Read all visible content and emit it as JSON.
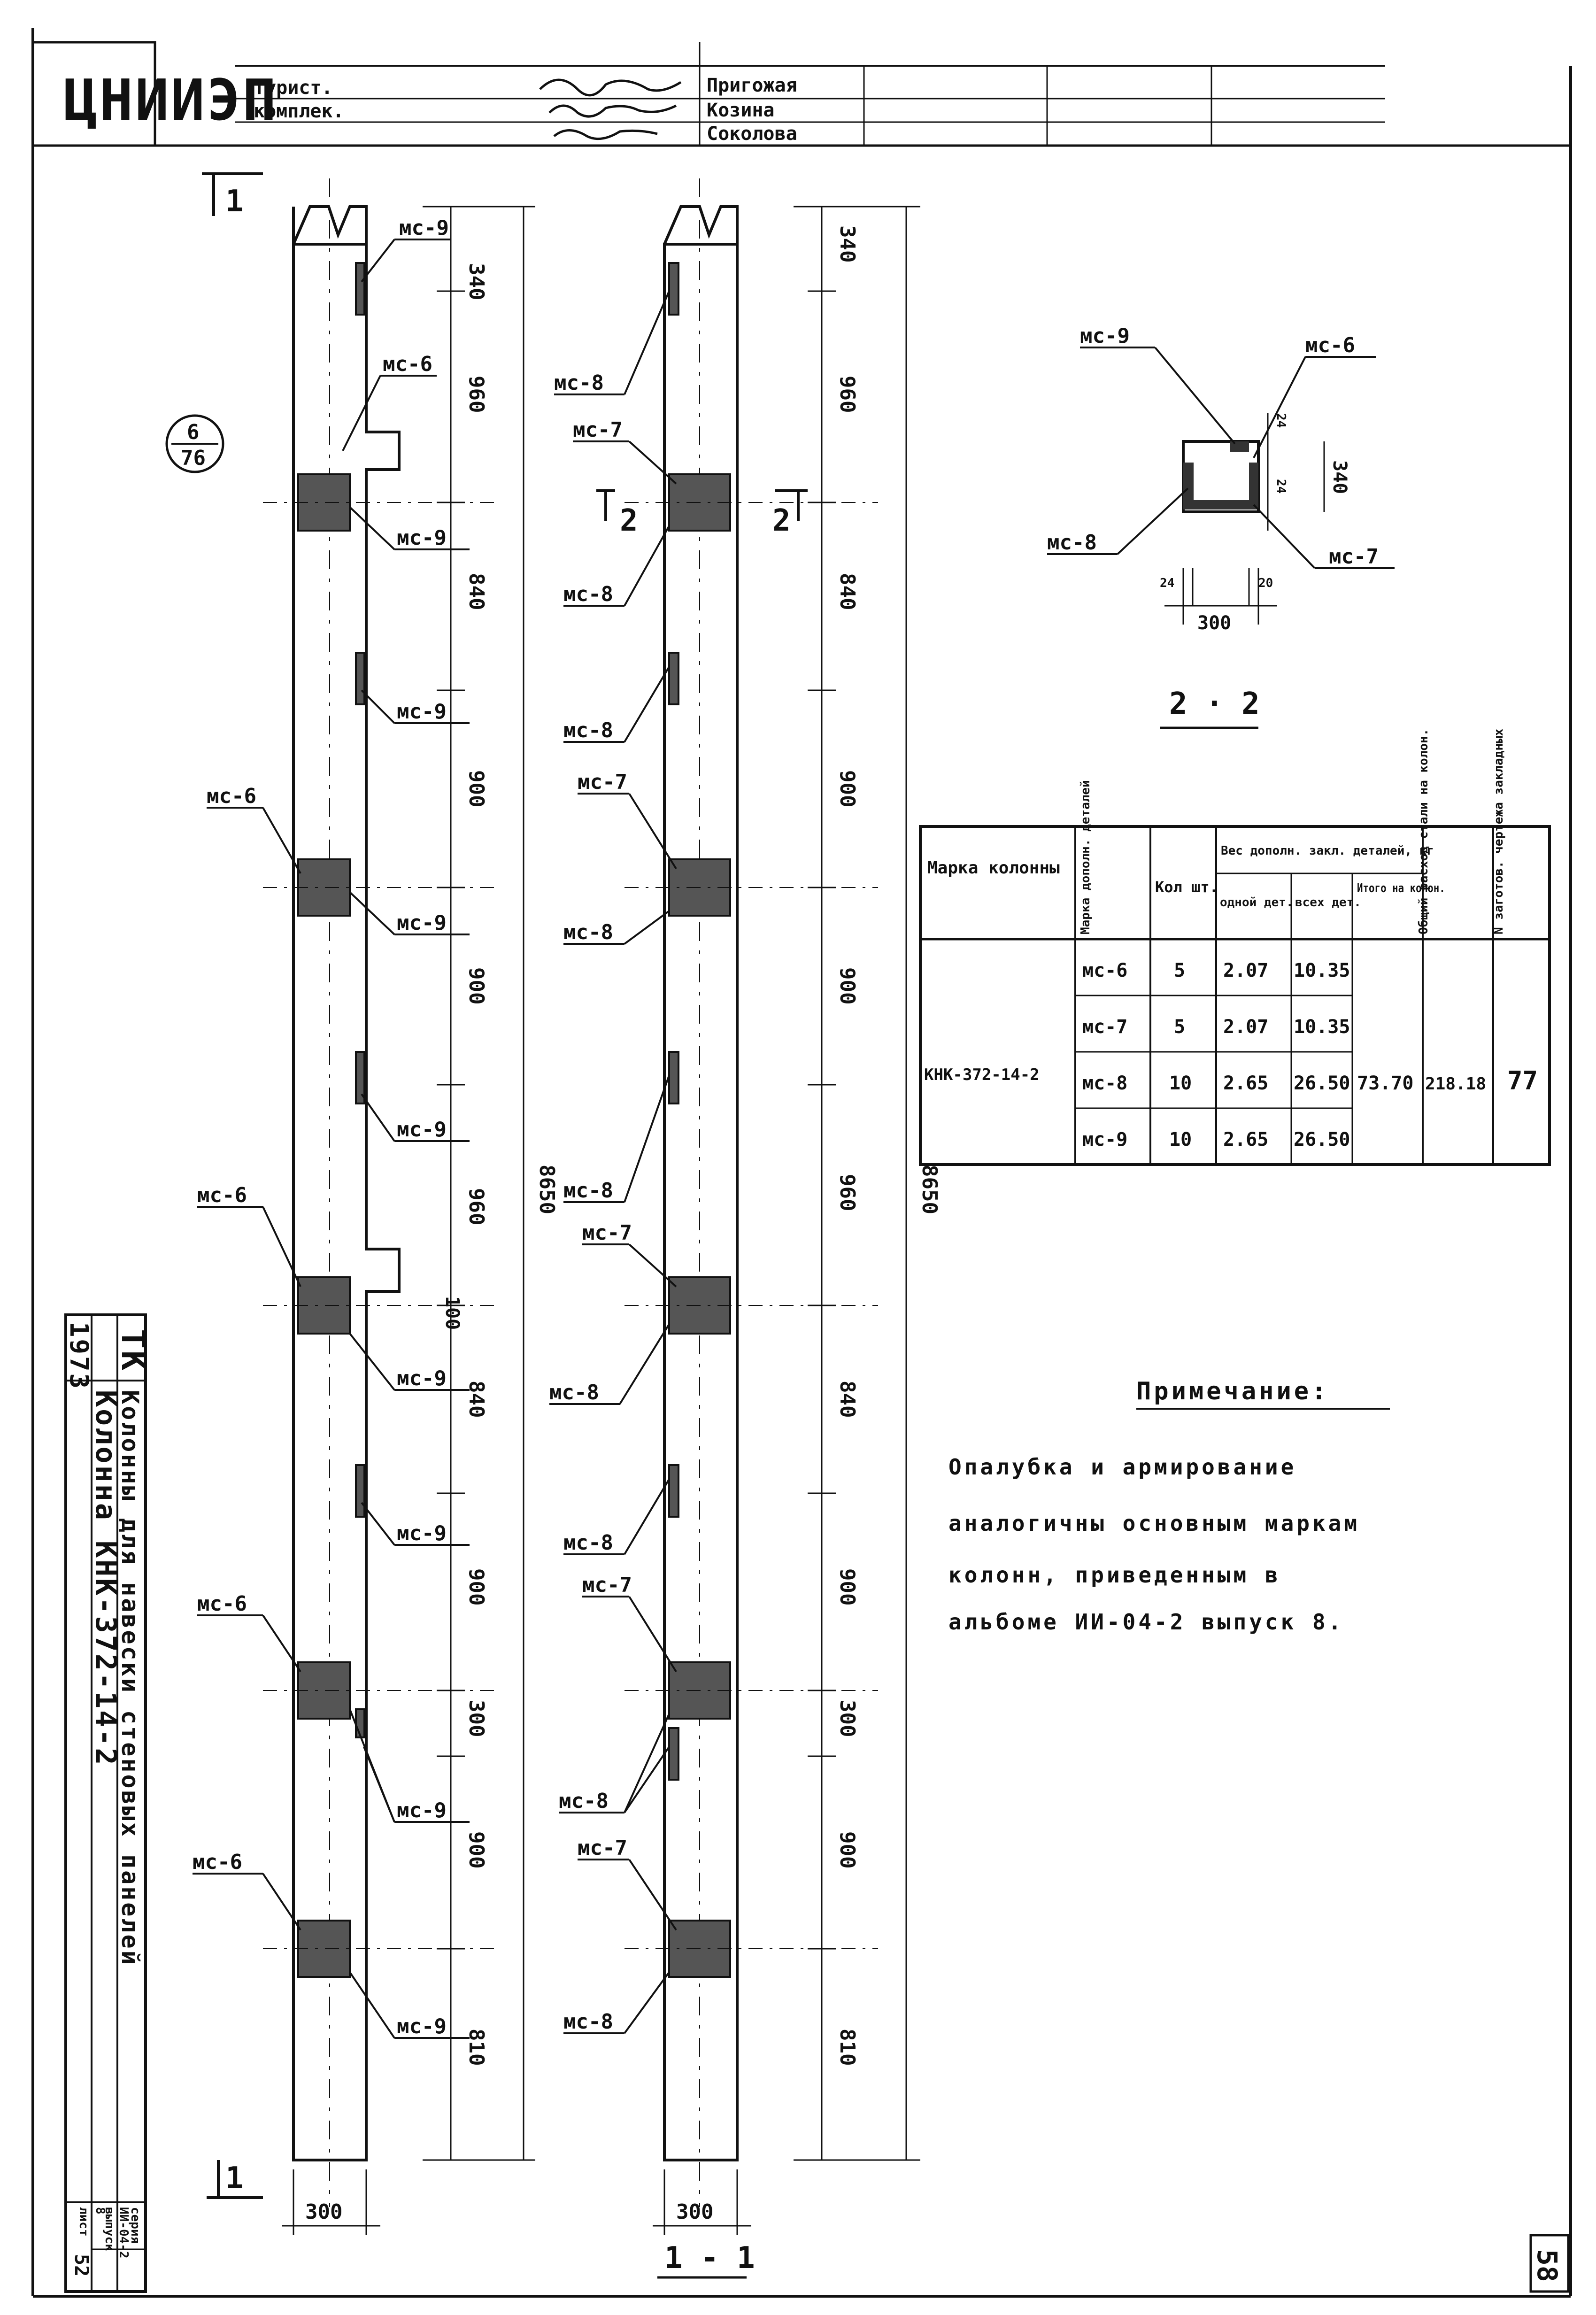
{
  "title_block": {
    "logo": "ЦНИИЭП",
    "org_lines": [
      "турист.",
      "комплек."
    ],
    "names": [
      "Пригожая",
      "Козина",
      "Соколова"
    ]
  },
  "section_marks": {
    "one": "1",
    "two": "2"
  },
  "circle_ref": {
    "top": "6",
    "bottom": "76"
  },
  "parts": {
    "ms6": "мс-6",
    "ms7": "мс-7",
    "ms8": "мс-8",
    "ms9": "мс-9"
  },
  "dims": {
    "d340": "340",
    "d960": "960",
    "d840": "840",
    "d900": "900",
    "d300": "300",
    "d810": "810",
    "d100": "100",
    "total": "8650",
    "width": "300"
  },
  "cut_label": "1 - 1",
  "section22": {
    "label": "2 · 2",
    "dims": {
      "d24a": "24",
      "d24b": "24",
      "d20": "20",
      "d340": "340",
      "d300": "300"
    }
  },
  "table": {
    "headers": {
      "mark": "Марка колонны",
      "part_mark": "Марка дополн. деталей",
      "qty": "Кол шт.",
      "weight_group": "Вес дополн. закл. деталей, кг",
      "per_one": "одной дет.",
      "all_parts": "всех дет.",
      "total_col": "Итого на колон.",
      "steel_total": "Общий расход стали на колон.",
      "bookmark": "N заготов. чертежа закладных"
    },
    "column_mark": "КНК-372-14-2",
    "rows": [
      {
        "part": "мс-6",
        "qty": "5",
        "one": "2.07",
        "all": "10.35"
      },
      {
        "part": "мс-7",
        "qty": "5",
        "one": "2.07",
        "all": "10.35"
      },
      {
        "part": "мс-8",
        "qty": "10",
        "one": "2.65",
        "all": "26.50"
      },
      {
        "part": "мс-9",
        "qty": "10",
        "one": "2.65",
        "all": "26.50"
      }
    ],
    "total": "73.70",
    "steel": "218.18",
    "draw_no": "77"
  },
  "note": {
    "title": "Примечание:",
    "lines": [
      "Опалубка и армирование",
      "аналогичны основным маркам",
      "колонн, приведенным в",
      "альбоме ИИ-04-2 выпуск 8."
    ]
  },
  "side_stamp": {
    "code": "ТК",
    "year": "1973",
    "title": "Колонны для навески стеновых панелей",
    "subtitle": "Колонна КНК-372-14-2",
    "series_label": "серия",
    "series": "ИИ-04-2",
    "issue_label": "выпуск",
    "issue": "8",
    "sheet_label": "лист",
    "sheet": "52"
  },
  "page_number": "58"
}
